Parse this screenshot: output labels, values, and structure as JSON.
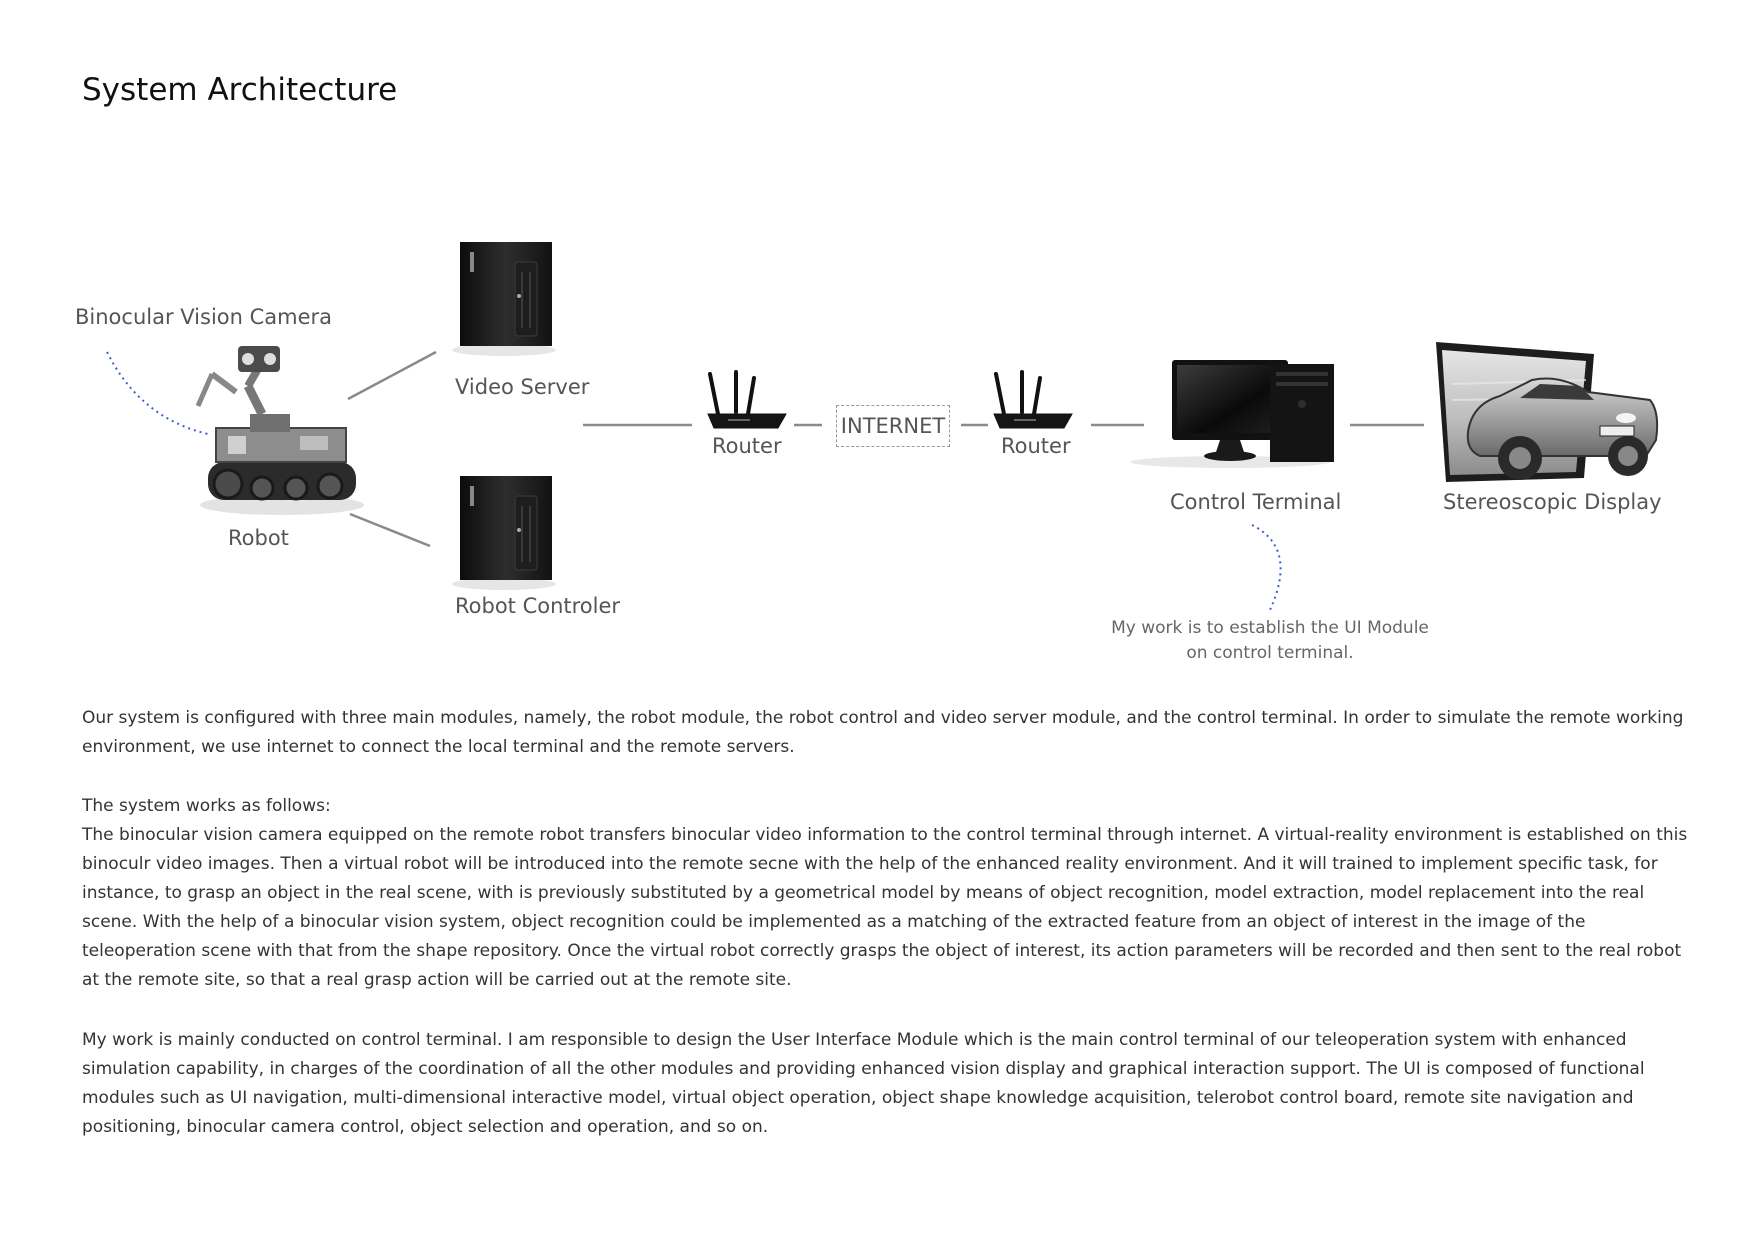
{
  "title": "System Architecture",
  "diagram": {
    "nodes": {
      "camera": "Binocular Vision Camera",
      "robot": "Robot",
      "video_server": "Video Server",
      "robot_controller": "Robot Controler",
      "router_left": "Router",
      "internet": "INTERNET",
      "router_right": "Router",
      "control_terminal": "Control Terminal",
      "stereo_display": "Stereoscopic Display"
    },
    "note": "My work is to establish the UI Module on control terminal.",
    "icons": [
      "robot-illustration",
      "server-tower-icon",
      "wifi-router-icon",
      "desktop-computer-icon",
      "car-display-screen"
    ],
    "colors": {
      "connector": "#8a8a8a",
      "callout": "#3b5fd0"
    }
  },
  "text": {
    "intro": "Our system is configured with three main modules, namely, the robot module, the robot control and video server module, and the control terminal. In order to simulate the remote working environment, we use internet to connect the local terminal and the remote servers.",
    "works_heading": "The system works as follows:",
    "works_body": "The binocular vision camera equipped on the remote robot transfers binocular video  information to the control terminal through internet. A virtual-reality environment is established on this binoculr video images. Then a virtual robot will be introduced into the remote secne with the help of the enhanced reality environment. And it will trained to implement specific task, for instance, to grasp an object in the real scene, with is previously substituted by a geometrical model by means of object recognition, model extraction, model replacement into the real scene. With the help of a binocular vision system, object recognition could be implemented as a matching of the extracted feature from an object of interest in the image of the teleoperation scene with that from the shape repository. Once the virtual robot correctly grasps the object of interest, its action parameters will be recorded and then sent to the real robot at the remote site, so that a real grasp action will be carried out at the remote site.",
    "my_work": "My work is mainly conducted on control terminal. I am responsible to design the User Interface Module which is the main control terminal of our teleoperation system with enhanced simulation capability, in charges of the coordination of all the other modules and providing enhanced vision display and graphical interaction support. The UI is composed of functional modules such as UI navigation, multi-dimensional interactive model, virtual object operation, object shape knowledge acquisition, telerobot control board, remote site navigation and positioning, binocular camera control, object selection and operation, and so on."
  }
}
